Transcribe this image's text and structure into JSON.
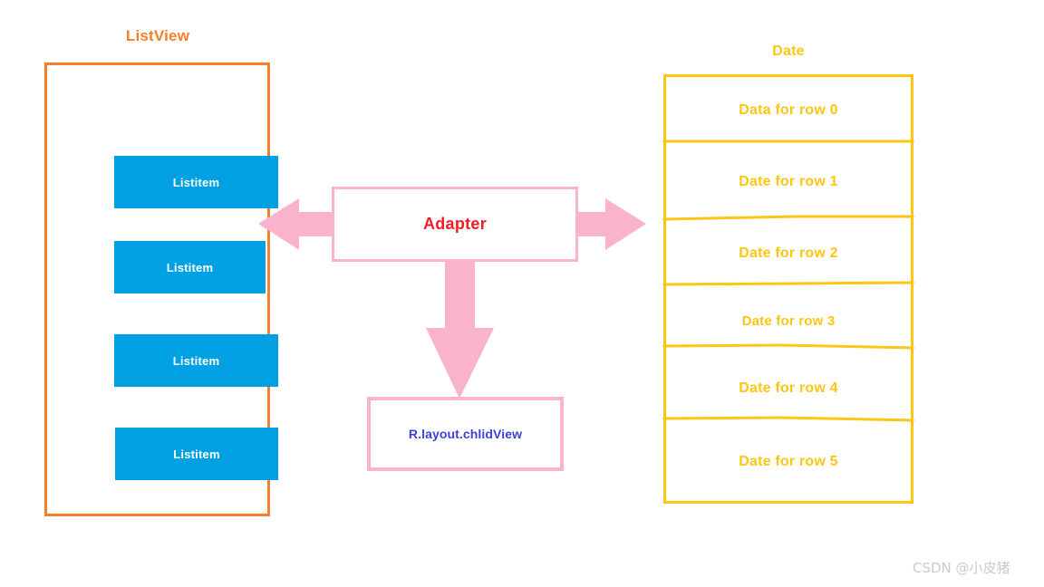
{
  "diagram": {
    "title_listview": "ListView",
    "title_date": "Date",
    "listview": {
      "label": "ListView",
      "items": [
        {
          "label": "Listitem"
        },
        {
          "label": "Listitem"
        },
        {
          "label": "Listitem"
        },
        {
          "label": "Listitem"
        }
      ]
    },
    "adapter": {
      "label": "Adapter"
    },
    "childview": {
      "label": "R.layout.chlidView"
    },
    "date_panel": {
      "label": "Date",
      "rows": [
        {
          "label": "Data for row 0"
        },
        {
          "label": "Date for row 1"
        },
        {
          "label": "Date for row 2"
        },
        {
          "label": "Date for row 3"
        },
        {
          "label": "Date for row 4"
        },
        {
          "label": "Date for row 5"
        }
      ]
    },
    "arrows": [
      {
        "name": "adapter-to-listview",
        "direction": "left"
      },
      {
        "name": "adapter-to-date",
        "direction": "right"
      },
      {
        "name": "adapter-to-childview",
        "direction": "down"
      }
    ]
  },
  "watermark": {
    "text": "CSDN @小皮猪"
  },
  "colors": {
    "orange": "#F97E2A",
    "blue": "#00A0E2",
    "pink": "#F9B3CC",
    "red": "#F41B24",
    "yellow": "#FCC613",
    "purple": "#4040D8",
    "watermark_gray": "#CBCBCB"
  }
}
